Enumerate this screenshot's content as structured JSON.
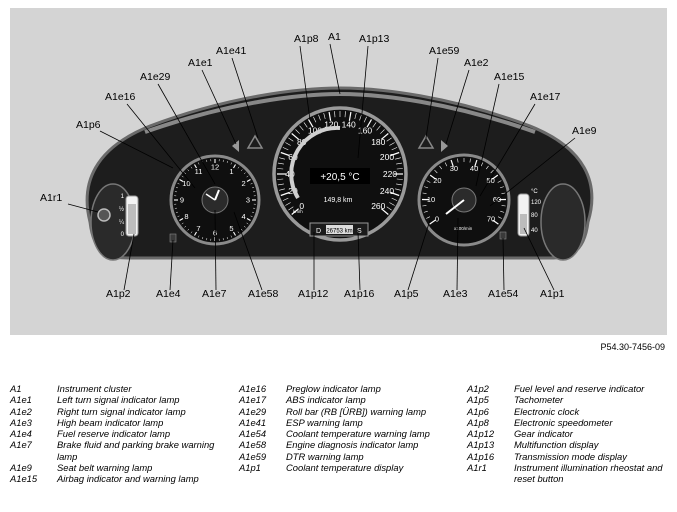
{
  "colors": {
    "background": "#d4d4d4",
    "cluster": "#1d1d1d",
    "rim": "#6e6e6e",
    "dial": "#0f0f0f",
    "scale": "#ffffff",
    "pointer": "#ffffff"
  },
  "speedometer": {
    "scale": [
      "0",
      "20",
      "40",
      "60",
      "80",
      "100",
      "120",
      "140",
      "160",
      "180",
      "200",
      "220",
      "240",
      "260"
    ],
    "unit": "km/h",
    "temperature": "+20,5 °C",
    "odometer": "149,8 km",
    "trip": "26753 km",
    "gear_left": "D",
    "gear_right": "S"
  },
  "clock": {
    "numerals": [
      "12",
      "1",
      "2",
      "3",
      "4",
      "5",
      "6",
      "7",
      "8",
      "9",
      "10",
      "11"
    ]
  },
  "tachometer": {
    "scale": [
      "0",
      "10",
      "20",
      "30",
      "40",
      "50",
      "60",
      "70"
    ],
    "unit": "x100/min"
  },
  "fuel_gauge": {
    "marks": [
      "1",
      "½",
      "¼",
      "0"
    ]
  },
  "coolant_gauge": {
    "marks": [
      "°C",
      "120",
      "80",
      "40"
    ]
  },
  "callouts": {
    "A1": "A1",
    "A1p8": "A1p8",
    "A1p13": "A1p13",
    "A1e41": "A1e41",
    "A1e59": "A1e59",
    "A1e1": "A1e1",
    "A1e2": "A1e2",
    "A1e29": "A1e29",
    "A1e15": "A1e15",
    "A1e16": "A1e16",
    "A1e17": "A1e17",
    "A1p6": "A1p6",
    "A1e9": "A1e9",
    "A1r1": "A1r1",
    "A1p2": "A1p2",
    "A1e4": "A1e4",
    "A1e7": "A1e7",
    "A1e58": "A1e58",
    "A1p12": "A1p12",
    "A1p16": "A1p16",
    "A1p5": "A1p5",
    "A1e3": "A1e3",
    "A1e54": "A1e54",
    "A1p1": "A1p1"
  },
  "reference": "P54.30-7456-09",
  "legend": {
    "col1": [
      {
        "code": "A1",
        "desc": "Instrument cluster"
      },
      {
        "code": "A1e1",
        "desc": "Left turn signal indicator lamp"
      },
      {
        "code": "A1e2",
        "desc": "Right turn signal indicator lamp"
      },
      {
        "code": "A1e3",
        "desc": "High beam indicator lamp"
      },
      {
        "code": "A1e4",
        "desc": "Fuel reserve indicator lamp"
      },
      {
        "code": "A1e7",
        "desc": "Brake fluid and parking brake warning lamp"
      },
      {
        "code": "A1e9",
        "desc": "Seat belt warning lamp"
      },
      {
        "code": "A1e15",
        "desc": "Airbag indicator and warning lamp"
      }
    ],
    "col2": [
      {
        "code": "A1e16",
        "desc": "Preglow indicator lamp"
      },
      {
        "code": "A1e17",
        "desc": "ABS indicator lamp"
      },
      {
        "code": "A1e29",
        "desc": "Roll bar (RB [ÜRB]) warning lamp"
      },
      {
        "code": "A1e41",
        "desc": "ESP warning lamp"
      },
      {
        "code": "A1e54",
        "desc": "Coolant temperature warning lamp"
      },
      {
        "code": "A1e58",
        "desc": "Engine diagnosis indicator lamp"
      },
      {
        "code": "A1e59",
        "desc": "DTR warning lamp"
      },
      {
        "code": "A1p1",
        "desc": "Coolant temperature display"
      }
    ],
    "col3": [
      {
        "code": "A1p2",
        "desc": "Fuel level and reserve indicator"
      },
      {
        "code": "A1p5",
        "desc": "Tachometer"
      },
      {
        "code": "A1p6",
        "desc": "Electronic clock"
      },
      {
        "code": "A1p8",
        "desc": "Electronic speedometer"
      },
      {
        "code": "A1p12",
        "desc": "Gear indicator"
      },
      {
        "code": "A1p13",
        "desc": "Multifunction display"
      },
      {
        "code": "A1p16",
        "desc": "Transmission mode display"
      },
      {
        "code": "A1r1",
        "desc": "Instrument illumination rheostat and reset button"
      }
    ]
  }
}
